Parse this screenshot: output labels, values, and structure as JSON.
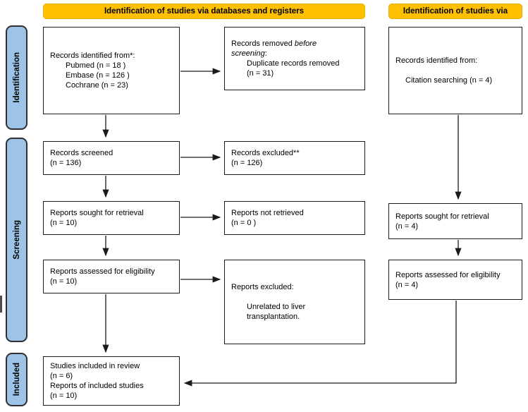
{
  "headers": {
    "databases": "Identification of studies via databases and registers",
    "other": "Identification of studies via"
  },
  "stage_labels": {
    "identification": "Identification",
    "screening": "Screening",
    "included": "Included"
  },
  "colors": {
    "header_bg": "#FFC000",
    "stage_label_bg": "#9DC3E6",
    "box_border": "#1a1a1a",
    "arrow": "#1a1a1a"
  },
  "boxes": {
    "records_identified_db": {
      "lines": {
        "0": "Records identified from*:",
        "1": "Pubmed (n = 18 )",
        "2": "Embase (n = 126 )",
        "3": "Cochrane (n = 23)"
      }
    },
    "records_removed": {
      "l1_normal": "Records removed ",
      "l1_italic": "before",
      "l2_italic": "screening",
      "l2_suffix": ":",
      "l3": "Duplicate records removed",
      "l4": "(n = 31)"
    },
    "records_identified_citation": {
      "line1": "Records identified from:",
      "line2": "Citation searching (n = 4)"
    },
    "records_screened": {
      "lines": {
        "0": "Records screened",
        "1": "(n = 136)"
      }
    },
    "records_excluded": {
      "lines": {
        "0": "Records excluded**",
        "1": "(n = 126)"
      }
    },
    "reports_sought_db": {
      "lines": {
        "0": "Reports sought for retrieval",
        "1": "(n = 10)"
      }
    },
    "reports_not_retrieved": {
      "lines": {
        "0": "Reports not retrieved",
        "1": "(n = 0 )"
      }
    },
    "reports_assessed_db": {
      "lines": {
        "0": "Reports assessed for eligibility",
        "1": "(n = 10)"
      }
    },
    "reports_excluded": {
      "line1": "Reports excluded:",
      "line2": "Unrelated to liver transplantation."
    },
    "reports_sought_citation": {
      "lines": {
        "0": "Reports sought for retrieval",
        "1": "(n = 4)"
      }
    },
    "reports_assessed_citation": {
      "lines": {
        "0": "Reports assessed for eligibility",
        "1": "(n = 4)"
      }
    },
    "studies_included": {
      "lines": {
        "0": "Studies included in review",
        "1": "(n = 6)",
        "2": "Reports of included studies",
        "3": "(n = 10)"
      }
    }
  }
}
